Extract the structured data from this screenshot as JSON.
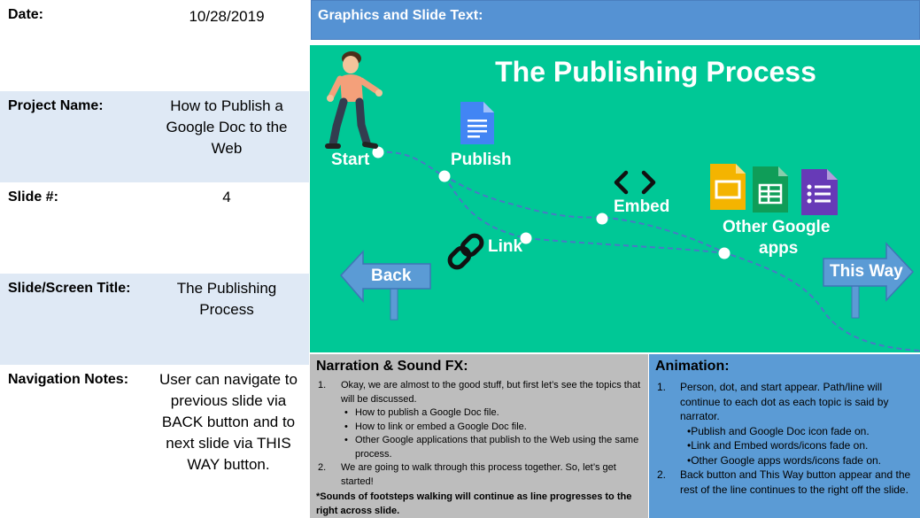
{
  "meta": {
    "date_label": "Date:",
    "date_value": "10/28/2019",
    "project_label": "Project Name:",
    "project_value": "How to Publish a Google Doc to the Web",
    "slide_label": "Slide #:",
    "slide_value": "4",
    "title_label": "Slide/Screen Title:",
    "title_value": "The Publishing Process",
    "nav_label": "Navigation Notes:",
    "nav_value": "User can navigate to previous slide via BACK button and to next slide via THIS WAY button."
  },
  "graphics": {
    "header": "Graphics and Slide Text:",
    "slide_title": "The Publishing Process",
    "labels": {
      "start": "Start",
      "publish": "Publish",
      "embed": "Embed",
      "link": "Link",
      "other_line1": "Other Google",
      "other_line2": "apps",
      "back": "Back",
      "this_way": "This Way"
    },
    "colors": {
      "stage": "#00c896",
      "arrow": "#5b9bd5",
      "path": "#4a78c6",
      "docs": "#4285f4",
      "slides": "#f4b400",
      "sheets": "#0f9d58",
      "forms": "#673ab7"
    },
    "icons": [
      "walking-person-icon",
      "google-docs-icon",
      "code-brackets-icon",
      "chain-link-icon",
      "google-slides-icon",
      "google-sheets-icon",
      "google-forms-icon"
    ]
  },
  "narration": {
    "header": "Narration & Sound FX:",
    "item1_num": "1.",
    "item1": "Okay, we are almost to the good stuff, but first let’s see the topics that will be discussed.",
    "sub1": "How to publish a Google Doc file.",
    "sub2": "How to link or embed a Google Doc file.",
    "sub3": "Other Google applications that publish to the Web using the same process.",
    "item2_num": "2.",
    "item2": "We are going to walk through this process together. So, let’s get started!",
    "note": "*Sounds of footsteps walking will continue as line progresses to the right across slide."
  },
  "animation": {
    "header": "Animation:",
    "item1_num": "1.",
    "item1": "Person, dot, and start appear. Path/line will continue to each dot as each topic is said by narrator.",
    "sub1": "•Publish and Google Doc icon fade on.",
    "sub2": "•Link and Embed words/icons fade on.",
    "sub3": "•Other Google apps words/icons fade on.",
    "item2_num": "2.",
    "item2": "Back button and This Way button appear and the rest of the line continues to the right off the slide."
  }
}
